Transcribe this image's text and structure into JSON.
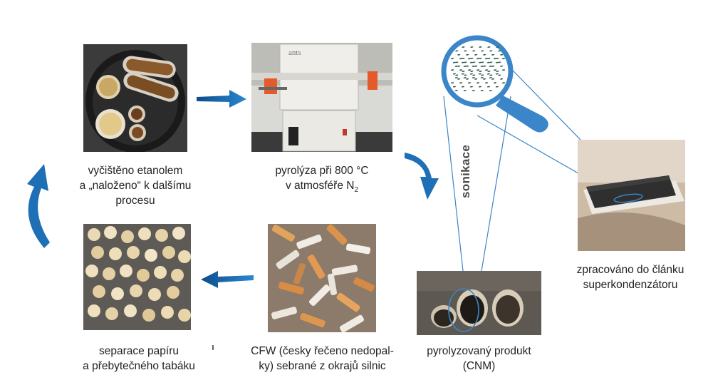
{
  "captions": {
    "cleaned": [
      "vyčištěno etanolem",
      "a „naloženo“ k dalšímu",
      "procesu"
    ],
    "pyrolysis": [
      "pyrolýza při 800 °C"
    ],
    "pyrolysis_line2_prefix": "v atmosféře N",
    "pyrolysis_line2_sub": "2",
    "product": [
      "pyrolyzovaný produkt",
      "(CNM)"
    ],
    "supercap": [
      "zpracováno do článku",
      "superkondenzátoru"
    ],
    "cfw": [
      "CFW (česky řečeno nedopal-",
      "ky) sebrané z okrajů silnic"
    ],
    "separation": [
      "separace papíru",
      "a přebytečného tabáku"
    ]
  },
  "process_label": "sonikace",
  "furnace_brand": "ants",
  "colors": {
    "arrow": "#1e6fb5",
    "arrow_dark": "#0d4d8c",
    "magnifier": "#3a86c8"
  }
}
